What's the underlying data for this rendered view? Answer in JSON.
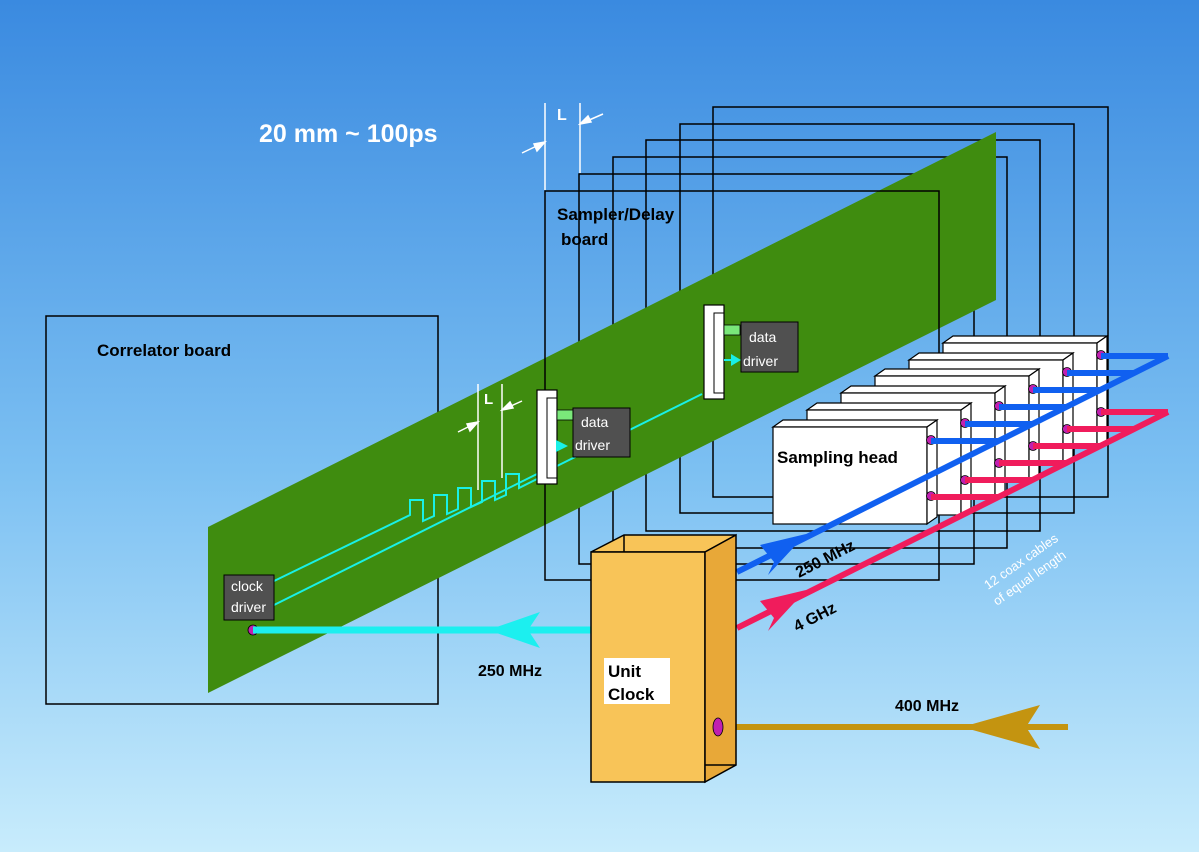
{
  "colors": {
    "background_top": "#3a8ae0",
    "background_bottom": "#c8ecfc",
    "pcb": "#3f8c0f",
    "trace": "#19f0e6",
    "clock_arrow": "#1cefef",
    "rf_blue": "#1060f0",
    "rf_red": "#f01c5c",
    "ref_brown": "#c49410",
    "unit_box": "#f8c458",
    "driver_box": "#505050",
    "port_dot": "#c020b0",
    "white_label": "#ffffff"
  },
  "labels": {
    "timing_note": "20 mm ~ 100ps",
    "sampler_board_line1": "Sampler/Delay",
    "sampler_board_line2": "board",
    "correlator_board": "Correlator board",
    "length_marker": "L",
    "data_driver_line1": "data",
    "data_driver_line2": "driver",
    "clock_driver_line1": "clock",
    "clock_driver_line2": "driver",
    "sampling_head": "Sampling head",
    "unit_clock_line1": "Unit",
    "unit_clock_line2": "Clock",
    "freq_250_left": "250 MHz",
    "freq_250_diag": "250 MHz",
    "freq_4ghz": "4 GHz",
    "freq_400": "400 MHz",
    "coax_line1": "12 coax cables",
    "coax_line2": "of equal length"
  },
  "icons": {
    "signal_arrow": "arrowhead-icon",
    "port": "port-dot-icon",
    "connector": "connector-icon"
  }
}
